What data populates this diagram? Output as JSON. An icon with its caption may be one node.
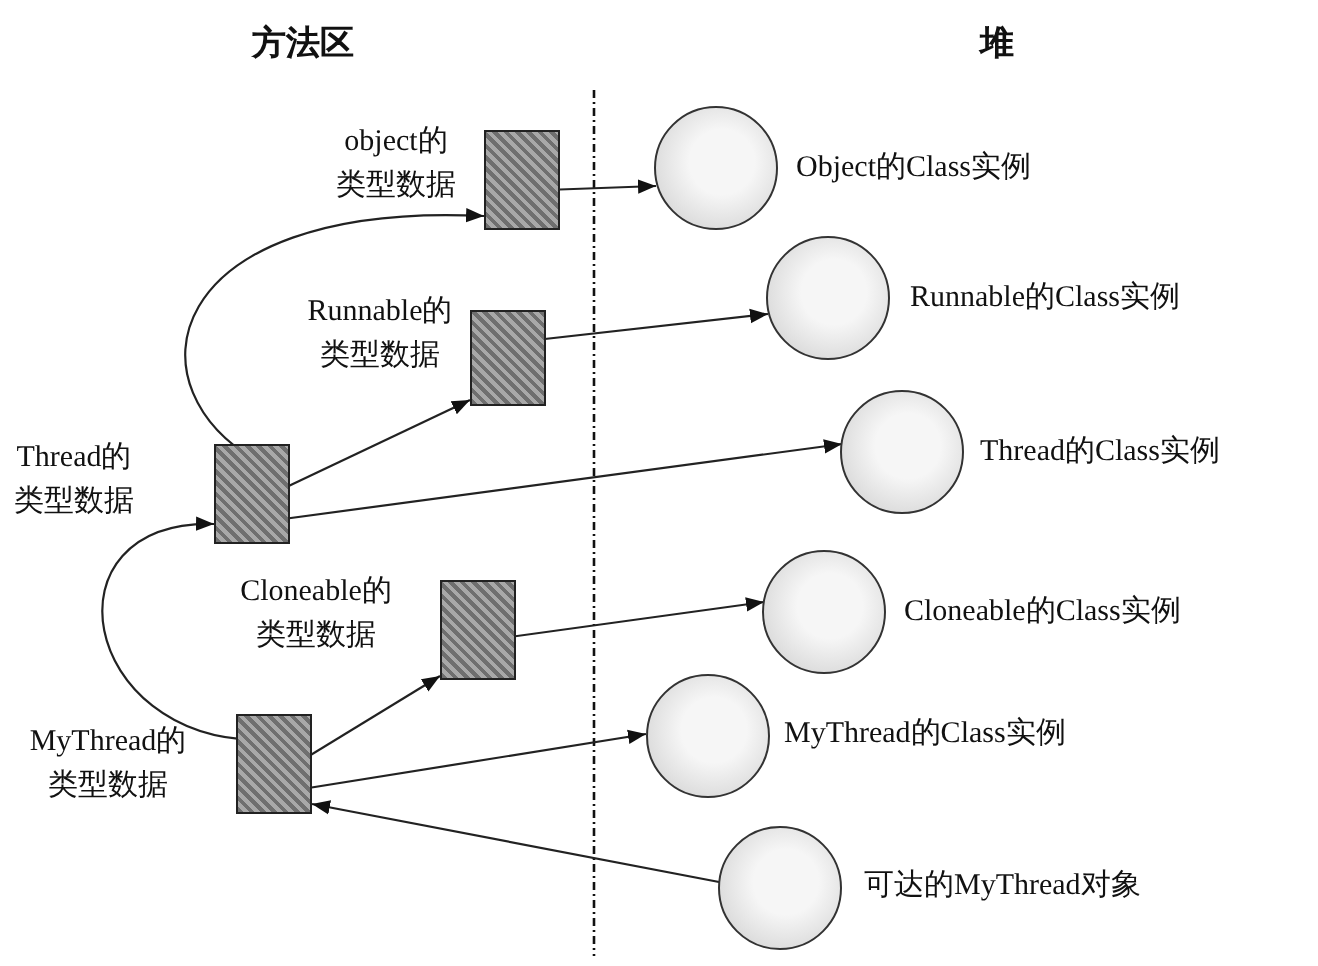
{
  "diagram": {
    "nodes": [
      {
        "text": [],
        "shape": "box",
        "beside": [
          "object的类型数据"
        ]
      },
      {
        "text": [],
        "shape": "box",
        "beside": [
          "Runnable的类型数据"
        ]
      },
      {
        "text": [],
        "shape": "box",
        "beside": [
          "Thread的类型数据"
        ]
      },
      {
        "text": [],
        "shape": "box",
        "beside": [
          "Cloneable的类型数据"
        ]
      },
      {
        "text": [],
        "shape": "box",
        "beside": [
          "MyThread的类型数据"
        ]
      },
      {
        "text": [],
        "shape": "circle",
        "beside": [
          "Object的Class实例"
        ]
      },
      {
        "text": [],
        "shape": "circle",
        "beside": [
          "Runnable的Class实例"
        ]
      },
      {
        "text": [],
        "shape": "circle",
        "beside": [
          "Thread的Class实例"
        ]
      },
      {
        "text": [],
        "shape": "circle",
        "beside": [
          "Cloneable的Class实例"
        ]
      },
      {
        "text": [],
        "shape": "circle",
        "beside": [
          "MyThread的Class实例"
        ]
      },
      {
        "text": [],
        "shape": "circle",
        "beside": [
          "可达的MyThread对象"
        ]
      }
    ],
    "edges": [
      {
        "from": 0,
        "to": 5,
        "arrow": "to"
      },
      {
        "from": 1,
        "to": 6,
        "arrow": "to"
      },
      {
        "from": 2,
        "to": 7,
        "arrow": "to"
      },
      {
        "from": 3,
        "to": 8,
        "arrow": "to"
      },
      {
        "from": 4,
        "to": 9,
        "arrow": "to"
      },
      {
        "from": 10,
        "to": 4,
        "arrow": "to"
      },
      {
        "from": 2,
        "to": 0,
        "arrow": "to"
      },
      {
        "from": 2,
        "to": 1,
        "arrow": "to"
      },
      {
        "from": 4,
        "to": 2,
        "arrow": "to"
      },
      {
        "from": 4,
        "to": 3,
        "arrow": "to"
      }
    ],
    "labels": [
      "方法区",
      "堆"
    ]
  }
}
